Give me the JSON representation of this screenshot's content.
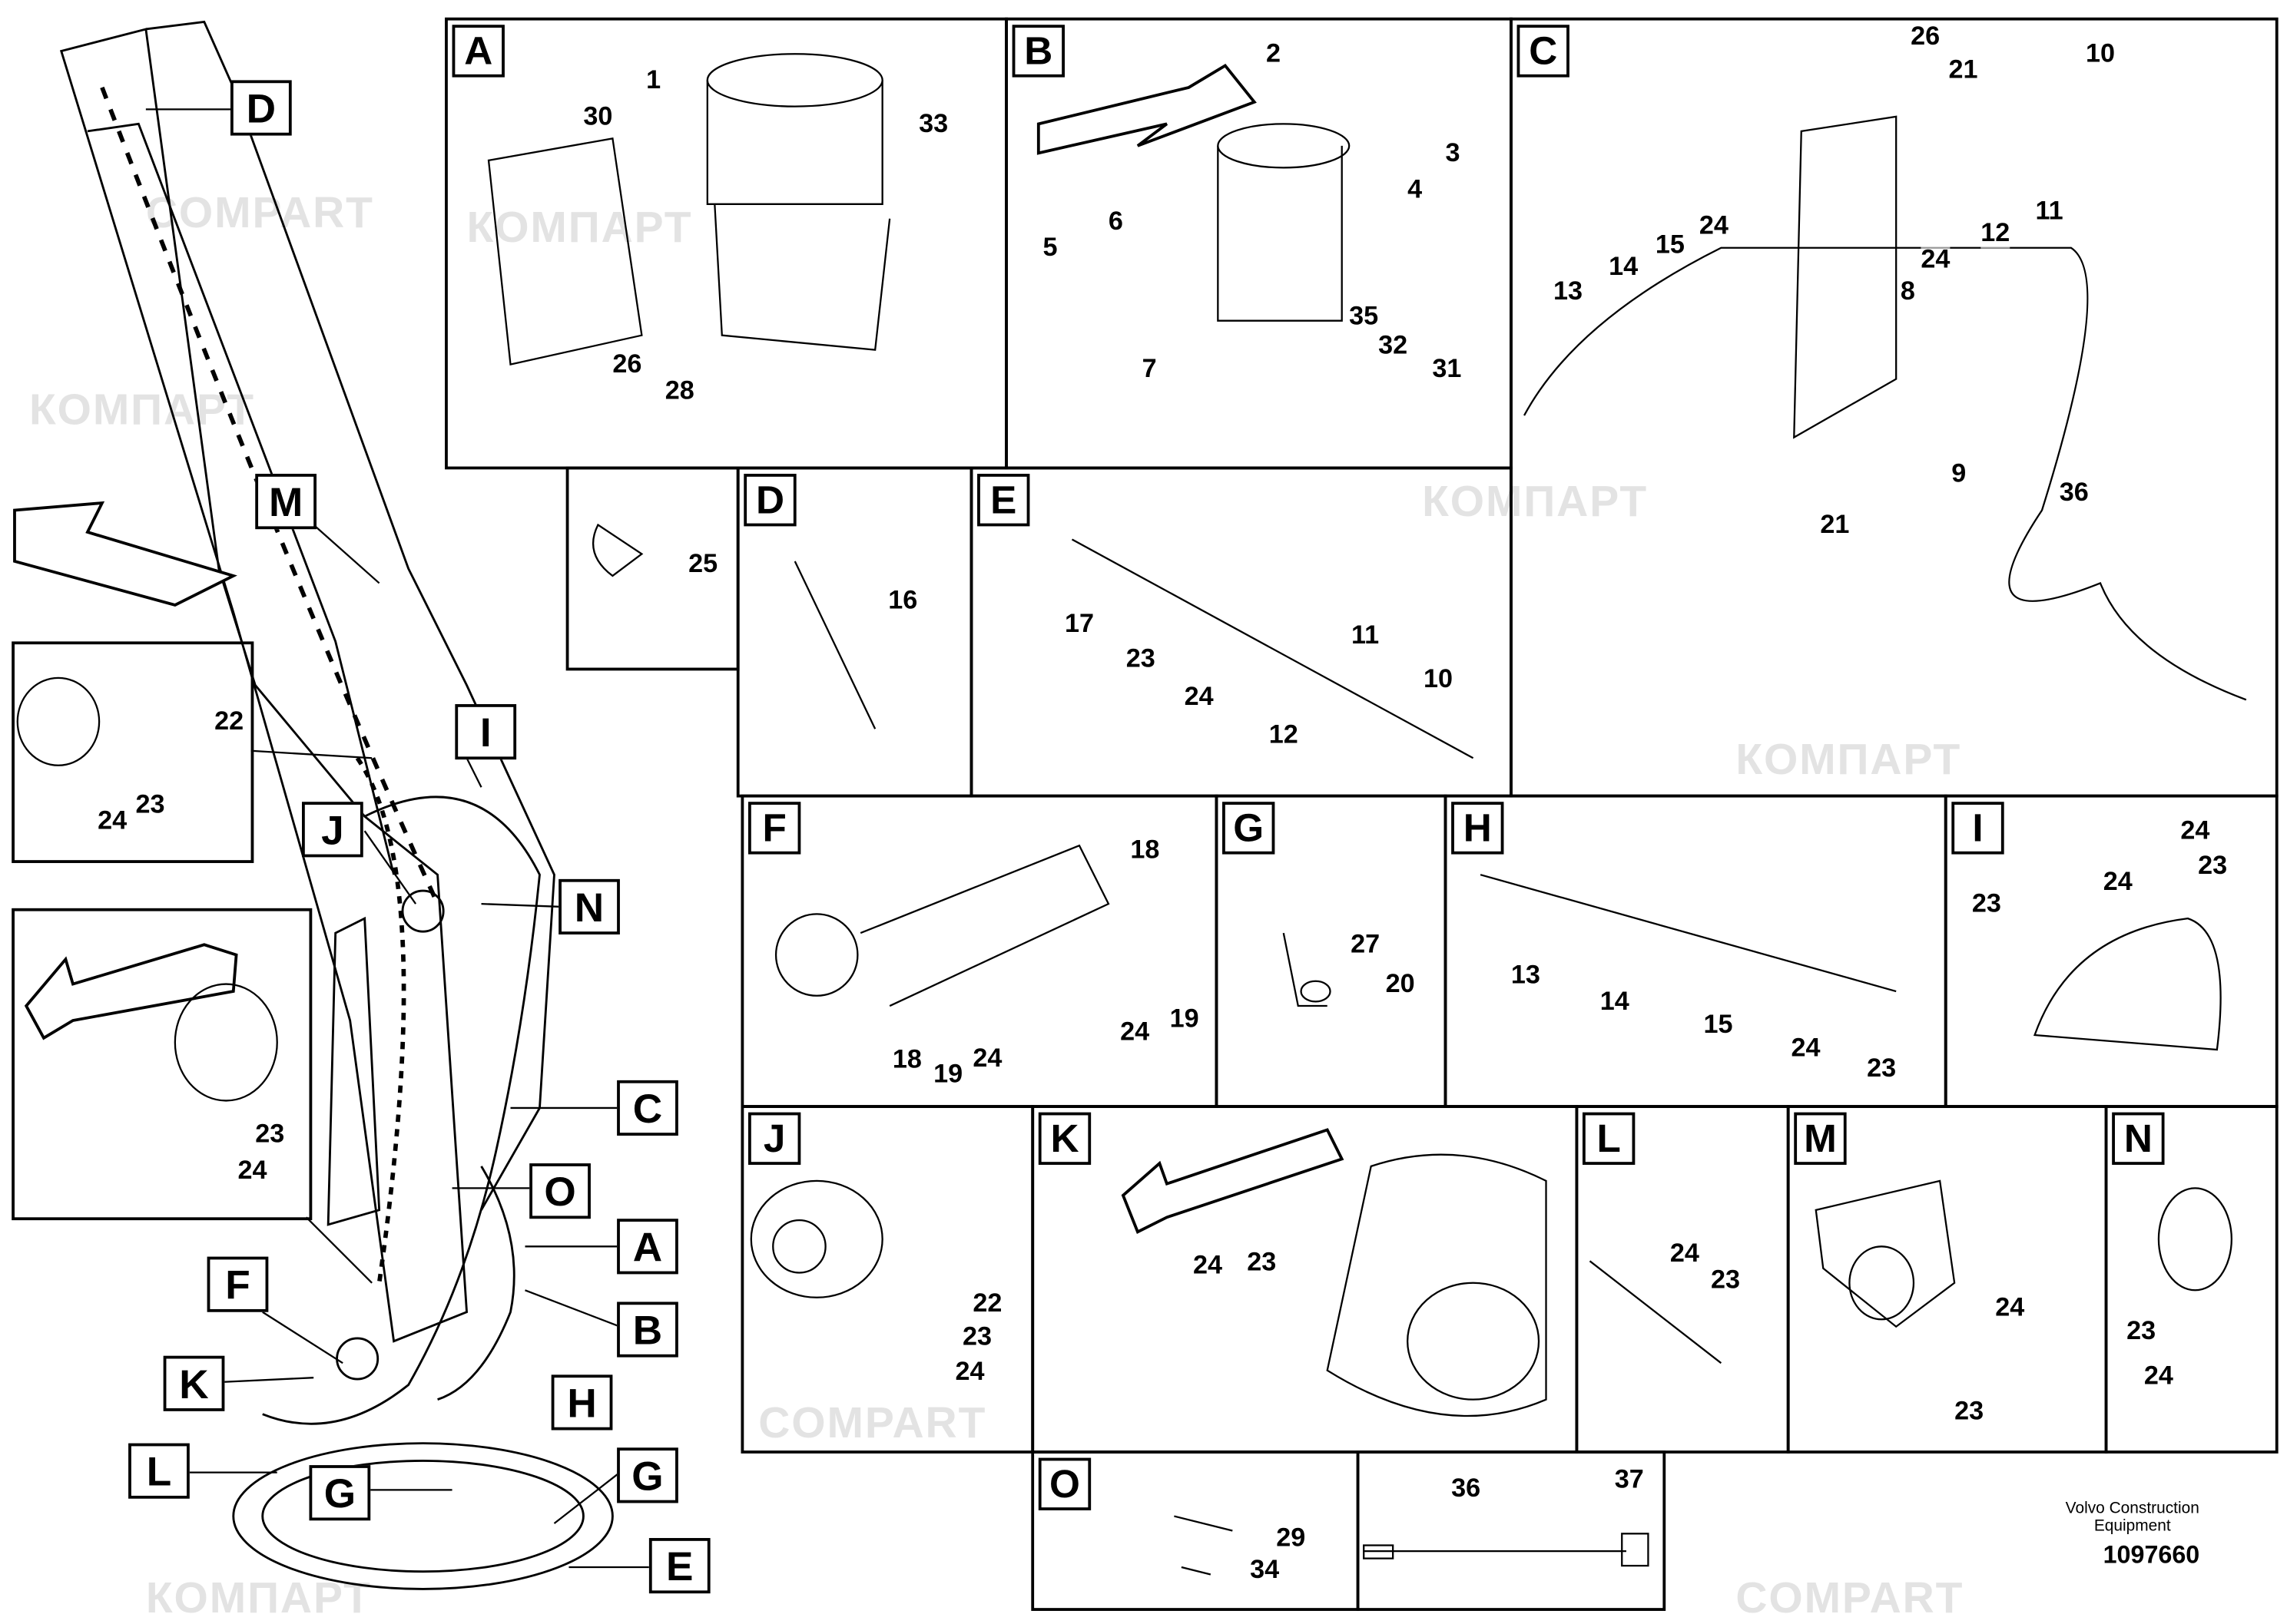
{
  "diagram": {
    "watermark": [
      "КОМПАРТ",
      "COMPART"
    ],
    "publisher": "Volvo Construction Equipment",
    "drawing_number": "1097660",
    "callouts": [
      "D",
      "M",
      "I",
      "J",
      "N",
      "C",
      "O",
      "A",
      "B",
      "F",
      "K",
      "H",
      "L",
      "G",
      "G",
      "E"
    ],
    "panels": {
      "A": {
        "letter": "A",
        "parts": [
          "1",
          "30",
          "33",
          "26",
          "28"
        ]
      },
      "B": {
        "letter": "B",
        "parts": [
          "2",
          "3",
          "4",
          "6",
          "5",
          "7",
          "35",
          "32",
          "31"
        ]
      },
      "C": {
        "letter": "C",
        "parts": [
          "26",
          "21",
          "10",
          "24",
          "15",
          "14",
          "13",
          "12",
          "11",
          "24",
          "8",
          "9",
          "21",
          "36"
        ]
      },
      "P25": {
        "parts": [
          "25"
        ]
      },
      "D": {
        "letter": "D",
        "parts": [
          "16"
        ]
      },
      "E": {
        "letter": "E",
        "parts": [
          "17",
          "23",
          "24",
          "11",
          "10",
          "12"
        ]
      },
      "F": {
        "letter": "F",
        "parts": [
          "18",
          "18",
          "19",
          "24",
          "24",
          "19"
        ]
      },
      "G": {
        "letter": "G",
        "parts": [
          "27",
          "20"
        ]
      },
      "H": {
        "letter": "H",
        "parts": [
          "13",
          "14",
          "15",
          "24",
          "23"
        ]
      },
      "I": {
        "letter": "I",
        "parts": [
          "24",
          "23",
          "24",
          "23"
        ]
      },
      "J": {
        "letter": "J",
        "parts": [
          "22",
          "23",
          "24"
        ]
      },
      "K": {
        "letter": "K",
        "parts": [
          "24",
          "23"
        ]
      },
      "L": {
        "letter": "L",
        "parts": [
          "24",
          "23"
        ]
      },
      "M": {
        "letter": "M",
        "parts": [
          "24",
          "23"
        ]
      },
      "N": {
        "letter": "N",
        "parts": [
          "23",
          "24"
        ]
      },
      "O": {
        "letter": "O",
        "parts": [
          "29",
          "34"
        ]
      },
      "P36": {
        "parts": [
          "36",
          "37"
        ]
      },
      "inset1": {
        "parts": [
          "22",
          "24",
          "23"
        ]
      },
      "inset2": {
        "parts": [
          "23",
          "24"
        ]
      }
    }
  }
}
